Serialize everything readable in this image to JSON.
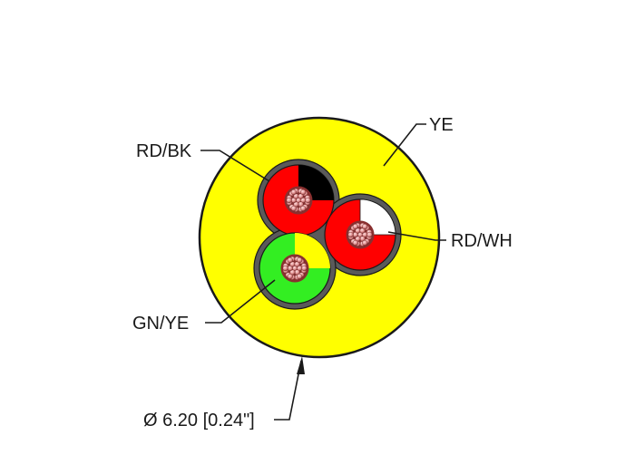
{
  "labels": {
    "jacket": "YE",
    "core_top": "RD/BK",
    "core_right": "RD/WH",
    "core_bottom": "GN/YE",
    "diameter": "Ø 6.20 [0.24\"]"
  },
  "colors": {
    "jacket": "#ffff00",
    "filler": "#5a5a5a",
    "red": "#ff0000",
    "black": "#000000",
    "white": "#ffffff",
    "green": "#33ee22",
    "yellow": "#ffff00",
    "strand": "#e8a0a0",
    "strand_dark": "#8a3030",
    "outline": "#1a1a1a"
  }
}
